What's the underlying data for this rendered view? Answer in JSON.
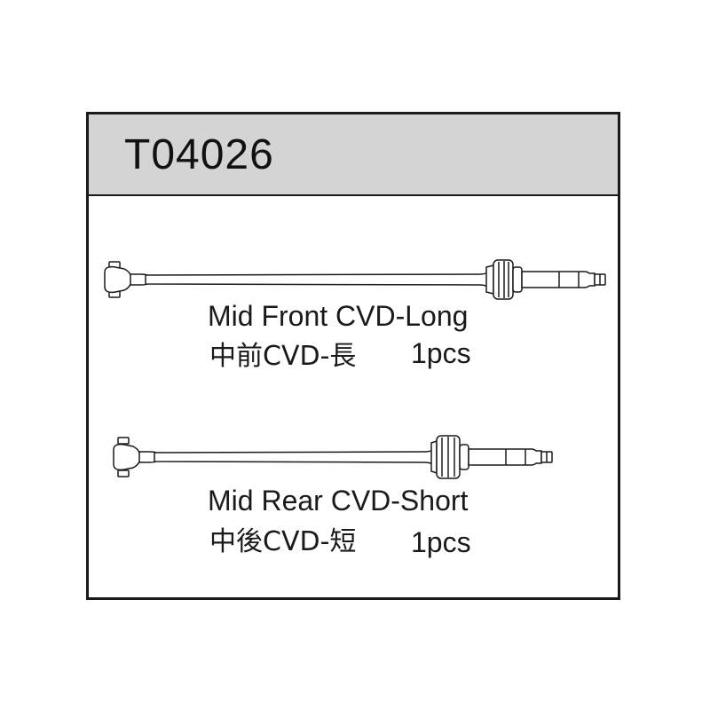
{
  "part_number": "T04026",
  "parts": [
    {
      "name": "Mid Front CVD-Long",
      "name_cn": "中前CVD-長",
      "quantity": "1pcs",
      "illustration": "long-cvd-drive-shaft"
    },
    {
      "name": "Mid Rear CVD-Short",
      "name_cn": "中後CVD-短",
      "quantity": "1pcs",
      "illustration": "short-cvd-drive-shaft"
    }
  ],
  "colors": {
    "header_bg": "#d4d4d4",
    "outline": "#1a1a1a"
  }
}
